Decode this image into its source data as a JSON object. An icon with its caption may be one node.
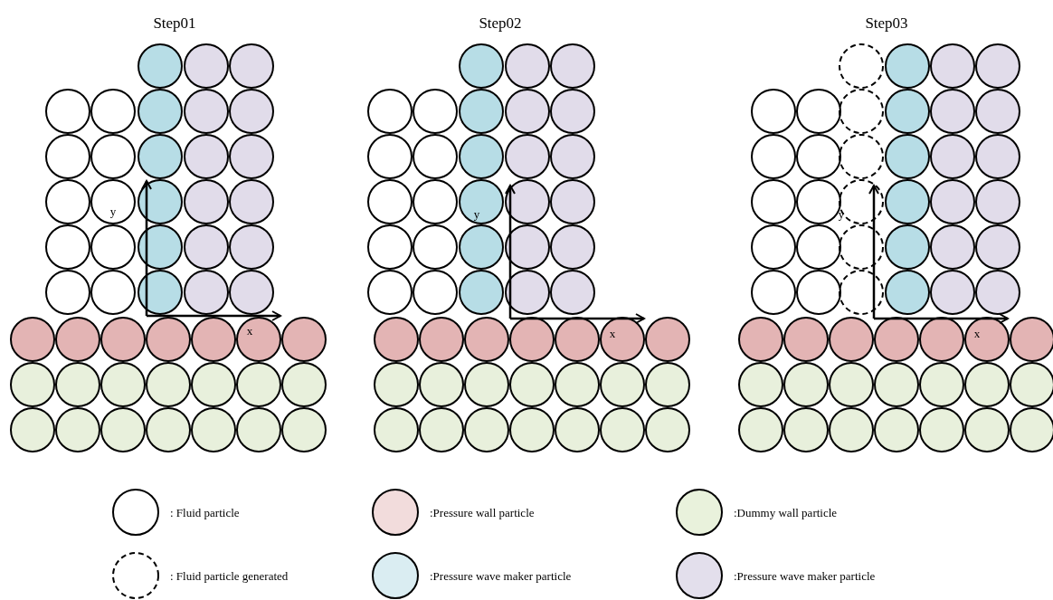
{
  "diagram": {
    "labels": [
      "Step01",
      "y",
      "x",
      "Step02",
      "y",
      "x",
      "Step03",
      "y",
      "x"
    ],
    "legend": [
      {
        "text": ": Fluid particle",
        "color": "#ffffff"
      },
      {
        "text": ":Pressure wall particle",
        "color": "#f2dcdc"
      },
      {
        "text": ":Dummy wall particle",
        "color": "#e9f2dc"
      },
      {
        "text": ": Fluid particle generated"
      },
      {
        "text": ":Pressure wave maker particle",
        "color": "#daedf2"
      },
      {
        "text": ":Pressure wave maker particle",
        "color": "#e3dfec"
      }
    ]
  }
}
